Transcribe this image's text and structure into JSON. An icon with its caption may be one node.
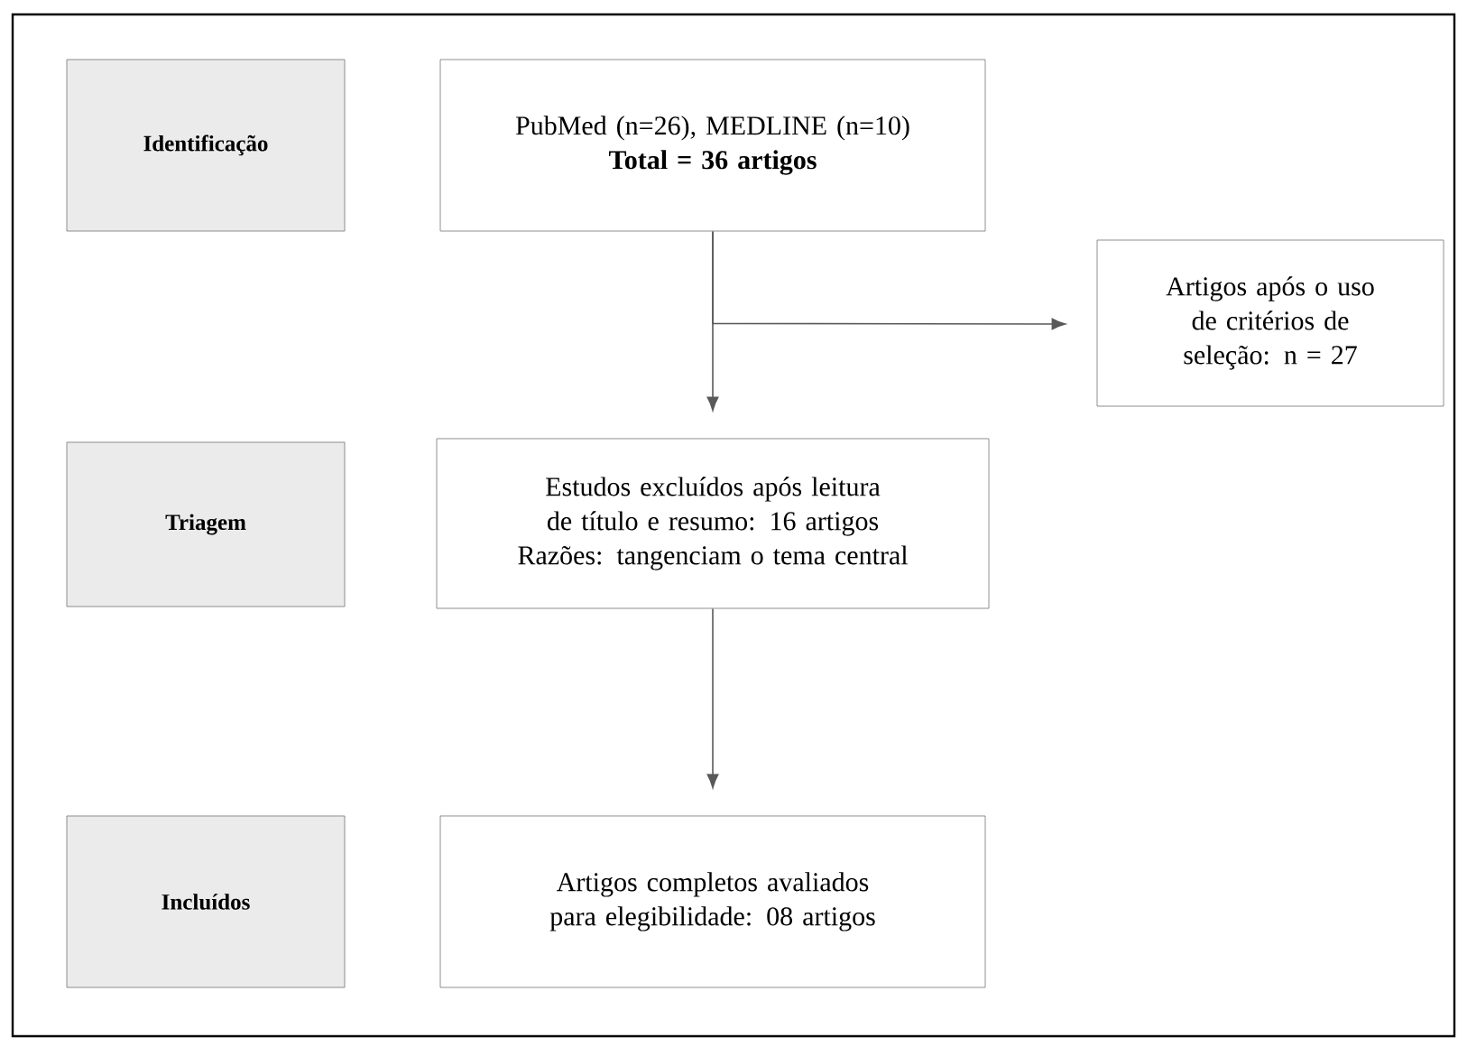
{
  "diagram": {
    "nodes": [
      {
        "text": [
          "Identificação"
        ]
      },
      {
        "text": [
          "PubMed (n=26), MEDLINE (n=10)",
          "Total = 36 artigos"
        ]
      },
      {
        "text": [
          "Artigos após o uso de critérios de seleção: n = 27"
        ]
      },
      {
        "text": [
          "Triagem"
        ]
      },
      {
        "text": [
          "Estudos excluídos após leitura de título e resumo: 16 artigos",
          "Razões: tangenciam o tema central"
        ]
      },
      {
        "text": [
          "Incluídos"
        ]
      },
      {
        "text": [
          "Artigos completos avaliados para elegibilidade: 08 artigos"
        ]
      }
    ],
    "edges": [
      {
        "from": 1,
        "to": 4,
        "arrow": "to"
      },
      {
        "from": 1,
        "to": 2,
        "arrow": "to"
      },
      {
        "from": 4,
        "to": 6,
        "arrow": "to"
      }
    ]
  }
}
